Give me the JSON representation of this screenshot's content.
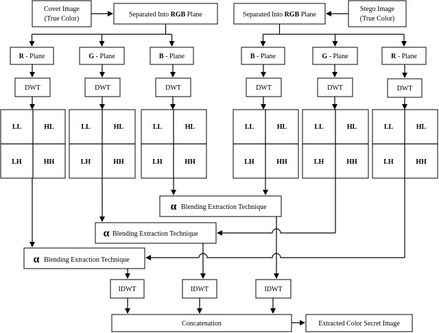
{
  "cover_image": {
    "line1": "Cover Image",
    "line2": "(True Color)"
  },
  "stego_image": {
    "line1": "Stego Image",
    "line2": "(True Color)"
  },
  "separated": {
    "prefix": "Separated Into ",
    "rgb": "RGB",
    "suffix": " Plane"
  },
  "planes": {
    "r": {
      "letter": "R",
      "suffix": " - Plane"
    },
    "g": {
      "letter": "G",
      "suffix": " - Plane"
    },
    "b": {
      "letter": "B",
      "suffix": " - Plane"
    }
  },
  "dwt_label": "DWT",
  "idwt_label": "IDWT",
  "subbands": {
    "ll": "LL",
    "hl": "HL",
    "lh": "LH",
    "hh": "HH"
  },
  "blending": {
    "symbol": "α",
    "label": "Blending Extraction Technique"
  },
  "concatenation_label": "Concatenation",
  "output_label": "Extracted Color Secret Image"
}
